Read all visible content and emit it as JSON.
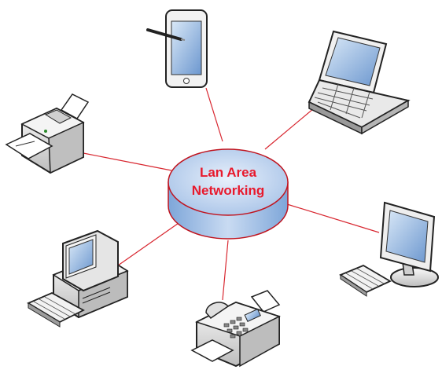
{
  "hub": {
    "line1": "Lan Area",
    "line2": "Networking"
  },
  "colors": {
    "link": "#d8262f",
    "hub_fill_top": "#c8d8ee",
    "hub_fill_side": "#9fbde4",
    "hub_outline": "#c0141f",
    "hub_text": "#e8192c",
    "device_dark": "#3a3a3a",
    "device_light": "#e8e8e8",
    "screen_blue": "#4a7fc1"
  },
  "devices": [
    {
      "name": "tablet",
      "icon": "tablet-with-stylus-icon"
    },
    {
      "name": "laptop",
      "icon": "laptop-icon"
    },
    {
      "name": "monitor",
      "icon": "lcd-monitor-keyboard-icon"
    },
    {
      "name": "fax",
      "icon": "fax-machine-icon"
    },
    {
      "name": "desktop",
      "icon": "desktop-computer-icon"
    },
    {
      "name": "printer",
      "icon": "printer-icon"
    }
  ]
}
